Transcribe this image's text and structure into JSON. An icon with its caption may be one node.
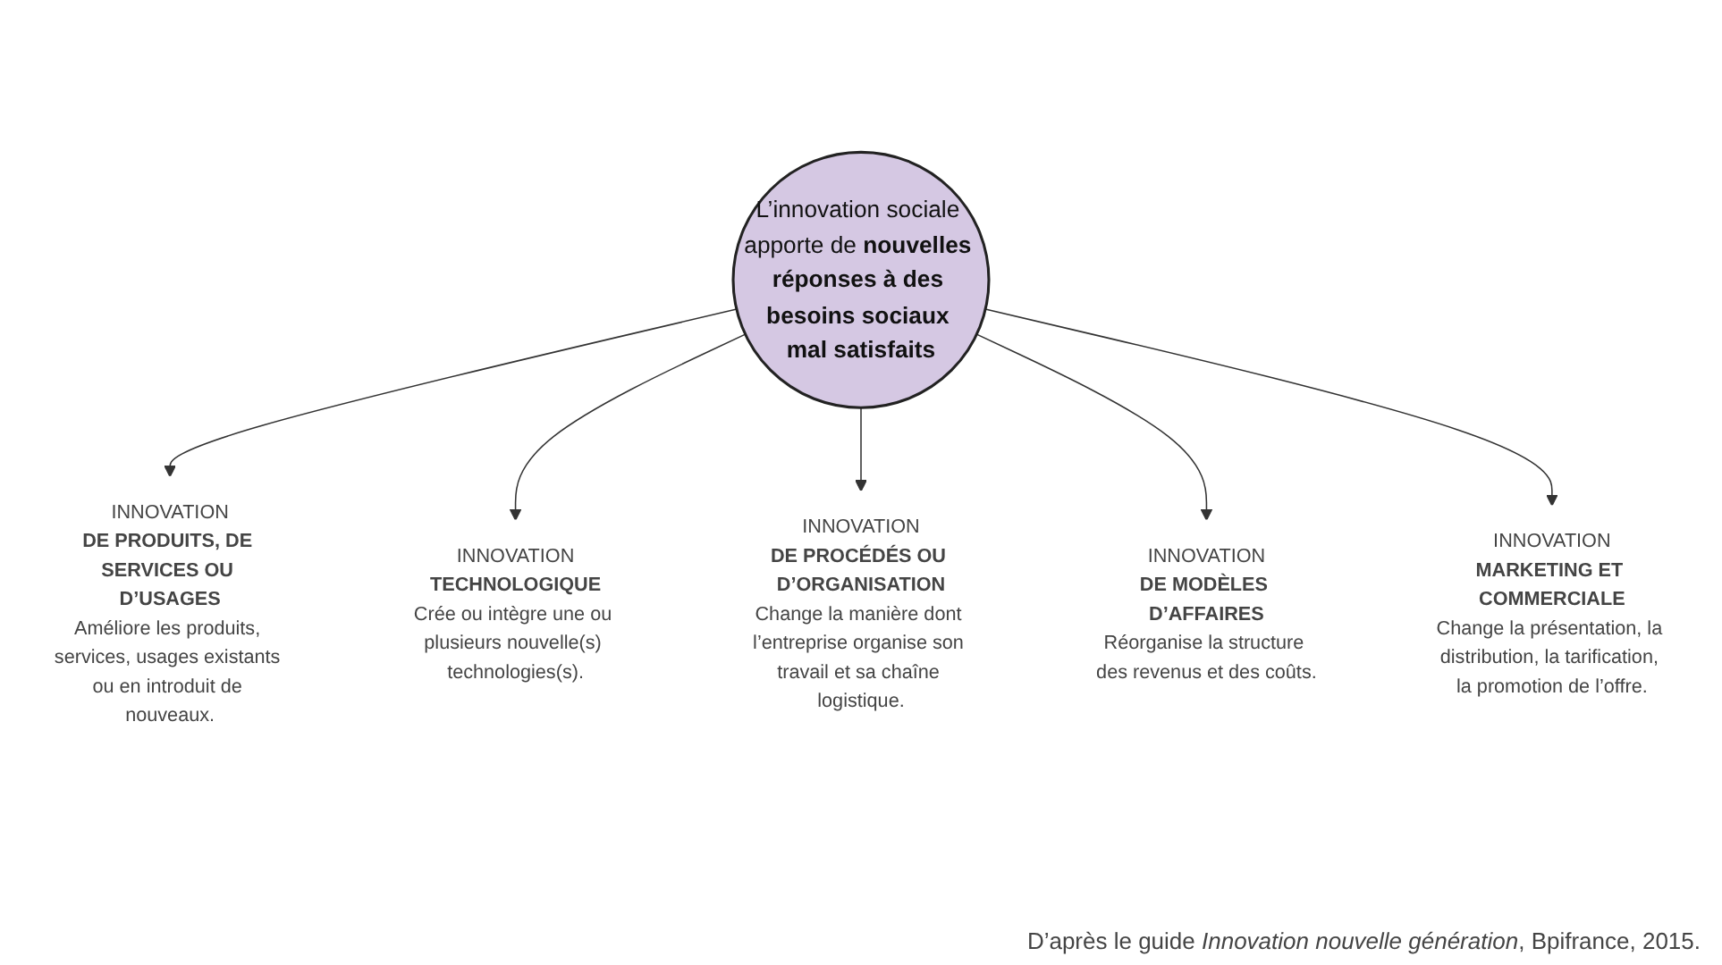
{
  "diagram": {
    "caption": "D’après le guide *Innovation nouvelle génération*, Bpifrance, 2015.",
    "nodes": [
      {
        "text": [
          "L’innovation sociale apporte de **nouvelles réponses à des besoins sociaux mal satisfaits**"
        ]
      },
      {
        "text": [
          "INNOVATION",
          "DE PRODUITS, DE SERVICES OU D’USAGES",
          "Améliore les produits, services, usages existants ou en introduit de nouveaux."
        ]
      },
      {
        "text": [
          "INNOVATION",
          "TECHNOLOGIQUE",
          "Crée ou intègre une ou plusieurs nouvelle(s) technologies(s)."
        ]
      },
      {
        "text": [
          "INNOVATION",
          "DE PROCÉDÉS OU D’ORGANISATION",
          "Change la manière dont l’entreprise organise son travail et sa chaîne logistique."
        ]
      },
      {
        "text": [
          "INNOVATION",
          "DE MODÈLES D’AFFAIRES",
          "Réorganise la structure des revenus et des coûts."
        ]
      },
      {
        "text": [
          "INNOVATION",
          "MARKETING ET COMMERCIALE",
          "Change la présentation, la distribution, la tarification, la promotion de l’offre."
        ]
      }
    ],
    "edges": [
      {
        "from": 0,
        "to": 1,
        "arrow": "to"
      },
      {
        "from": 0,
        "to": 2,
        "arrow": "to"
      },
      {
        "from": 0,
        "to": 3,
        "arrow": "to"
      },
      {
        "from": 0,
        "to": 4,
        "arrow": "to"
      },
      {
        "from": 0,
        "to": 5,
        "arrow": "to"
      }
    ]
  }
}
